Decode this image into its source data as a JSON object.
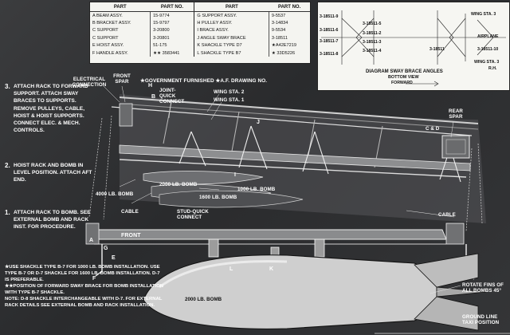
{
  "parts_table": {
    "headers": [
      "PART",
      "PART NO.",
      "PART",
      "PART NO."
    ],
    "rows": [
      [
        "A  BEAM ASSY.",
        "15-9774",
        "G  SUPPORT ASSY.",
        "9-5537"
      ],
      [
        "B  BRACKET ASSY.",
        "15-9797",
        "H  PULLEY ASSY.",
        "3-14834"
      ],
      [
        "C  SUPPORT",
        "3-20800",
        "I  BRACE ASSY.",
        "9-5534"
      ],
      [
        "C  SUPPORT",
        "3-20801",
        "J  ANGLE SWAY BRACE",
        "3-18511"
      ],
      [
        "E  HOIST ASSY.",
        "51-175",
        "K  SHACKLE TYPE D7",
        "★A42E7219"
      ],
      [
        "F  HANDLE ASSY.",
        "★★ 3583441",
        "L  SHACKLE TYPE B7",
        "★ 33D5226"
      ]
    ]
  },
  "diagram": {
    "caption": "DIAGRAM SWAY BRACE ANGLES",
    "sub_caption": "BOTTOM VIEW",
    "forward_label": "FORWARD",
    "left_parts": [
      "3-18511-9",
      "3-18511-6",
      "3-18511-7",
      "3-18511-8"
    ],
    "mid_parts": [
      "3-18511-5",
      "3-18511-2",
      "3-18511-3",
      "3-18511-4"
    ],
    "right_part": "3-18511",
    "wing_sta_3": "WING STA. 3",
    "airplane": "AIRPLANE",
    "right_low_part": "3-18511-10",
    "wing_sta_3_rh": "WING STA. 3",
    "rh": "R.H."
  },
  "header_note": "★GOVERNMENT FURNISHED   ★A.F. DRAWING NO.",
  "steps": [
    {
      "num": "3.",
      "text": "ATTACH RACK TO FORWARD SUPPORT. ATTACH SWAY BRACES TO SUPPORTS. REMOVE PULLEYS, CABLE, HOIST & HOIST SUPPORTS. CONNECT ELEC. & MECH. CONTROLS."
    },
    {
      "num": "2.",
      "text": "HOIST RACK AND BOMB IN LEVEL POSITION. ATTACH AFT END."
    },
    {
      "num": "1.",
      "text": "ATTACH RACK TO BOMB. SEE EXTERNAL BOMB AND RACK INST. FOR PROCEDURE."
    }
  ],
  "callouts": {
    "electrical_connection": "ELECTRICAL CONNECTION",
    "front_spar": "FRONT SPAR",
    "joint_quick_connect": "JOINT-QUICK CONNECT",
    "wing_sta_2": "WING STA. 2",
    "wing_sta_1": "WING STA. 1",
    "rear_spar": "REAR SPAR",
    "c_and_d": "C & D",
    "bomb_2000": "2000 LB. BOMB",
    "bomb_1000": "1000 LB. BOMB",
    "bomb_1600": "1600 LB. BOMB",
    "bomb_4000": "4000 LB. BOMB",
    "cable_left": "CABLE",
    "cable_right": "CABLE",
    "stud_quick_connect": "STUD-QUICK CONNECT",
    "front": "FRONT",
    "bomb_body": "2000 LB. BOMB",
    "rotate_fins": "ROTATE FINS OF ALL BOMBS 45°",
    "ground_line": "GROUND LINE TAXI POSITION",
    "letters": {
      "a": "A",
      "b": "B",
      "e": "E",
      "f": "F",
      "g": "G",
      "h": "H",
      "i": "I",
      "j": "J",
      "k": "K",
      "l": "L"
    }
  },
  "notes": [
    "★USE SHACKLE TYPE B-7 FOR 1000 LB. BOMB INSTALLATION. USE TYPE B-7 OR D-7 SHACKLE FOR 1600 LB. BOMB INSTALLATION. D-7 IS PREFERABLE.",
    "★★POSITION OF FORWARD SWAY BRACE FOR BOMB INSTALLATION WITH TYPE B-7 SHACKLE.",
    "NOTE: D-8 SHACKLE INTERCHANGEABLE WITH D-7. FOR EXTERNAL RACK DETAILS SEE EXTERNAL BOMB AND RACK INSTALLATION."
  ]
}
